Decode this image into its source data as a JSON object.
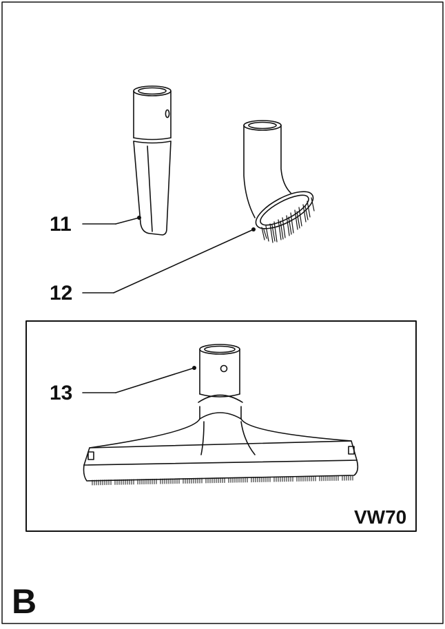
{
  "callouts": {
    "part_11": "11",
    "part_12": "12",
    "part_13": "13"
  },
  "model_label": "VW70",
  "section_letter": "B",
  "colors": {
    "ink": "#111111",
    "paper": "#ffffff"
  }
}
